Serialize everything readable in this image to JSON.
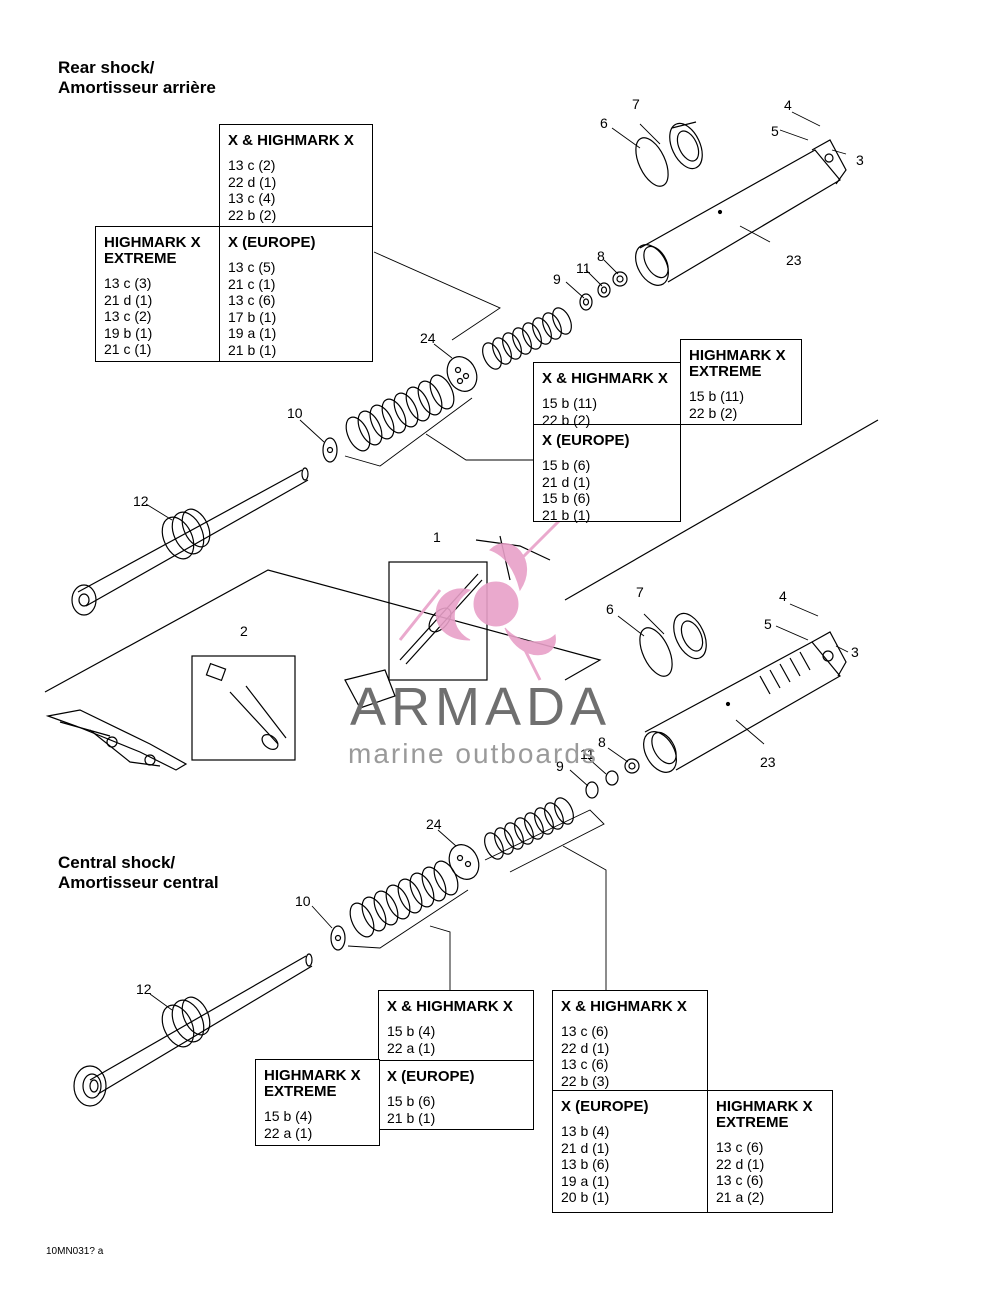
{
  "headings": {
    "rear": [
      "Rear shock/",
      "Amortisseur arrière"
    ],
    "central": [
      "Central shock/",
      "Amortisseur central"
    ]
  },
  "callouts": {
    "r1": "1",
    "r2": "2",
    "r3": "3",
    "r4": "4",
    "r5": "5",
    "r6": "6",
    "r7": "7",
    "r8": "8",
    "r9": "9",
    "r10": "10",
    "r11": "11",
    "r12": "12",
    "r23": "23",
    "r24": "24",
    "c3": "3",
    "c4": "4",
    "c5": "5",
    "c6": "6",
    "c7": "7",
    "c8": "8",
    "c9": "9",
    "c10": "10",
    "c11": "11",
    "c12": "12",
    "c23": "23",
    "c24": "24"
  },
  "tables": {
    "rear_top": {
      "xh": {
        "title": [
          "X & HIGHMARK X"
        ],
        "lines": [
          "13 c (2)",
          "22 d (1)",
          "13 c (4)",
          "22 b (2)"
        ]
      },
      "hme": {
        "title": [
          "HIGHMARK X",
          "EXTREME"
        ],
        "lines": [
          "13 c (3)",
          "21 d (1)",
          "13 c (2)",
          "19 b (1)",
          "21 c (1)"
        ]
      },
      "xeu": {
        "title": [
          "X (EUROPE)"
        ],
        "lines": [
          "13 c (5)",
          "21 c (1)",
          "13 c (6)",
          "17 b (1)",
          "19 a (1)",
          "21 b (1)"
        ]
      }
    },
    "rear_spring": {
      "xh": {
        "title": [
          "X & HIGHMARK X"
        ],
        "lines": [
          "15 b (11)",
          "22 b (2)"
        ]
      },
      "hme": {
        "title": [
          "HIGHMARK X",
          "EXTREME"
        ],
        "lines": [
          "15 b (11)",
          "22 b (2)"
        ]
      },
      "xeu": {
        "title": [
          "X (EUROPE)"
        ],
        "lines": [
          "15 b (6)",
          "21 d (1)",
          "15 b (6)",
          "21 b (1)"
        ]
      }
    },
    "central_left": {
      "xh": {
        "title": [
          "X & HIGHMARK X"
        ],
        "lines": [
          "15 b (4)",
          "22 a (1)"
        ]
      },
      "hme": {
        "title": [
          "HIGHMARK X",
          "EXTREME"
        ],
        "lines": [
          "15 b (4)",
          "22 a (1)"
        ]
      },
      "xeu": {
        "title": [
          "X (EUROPE)"
        ],
        "lines": [
          "15 b (6)",
          "21 b (1)"
        ]
      }
    },
    "central_right": {
      "xh": {
        "title": [
          "X & HIGHMARK X"
        ],
        "lines": [
          "13 c (6)",
          "22 d (1)",
          "13 c (6)",
          "22 b (3)"
        ]
      },
      "xeu": {
        "title": [
          "X (EUROPE)"
        ],
        "lines": [
          "13 b (4)",
          "21 d (1)",
          "13 b (6)",
          "19 a (1)",
          "20 b (1)"
        ]
      },
      "hme": {
        "title": [
          "HIGHMARK X",
          "EXTREME"
        ],
        "lines": [
          "13 c (6)",
          "22 d (1)",
          "13 c (6)",
          "21 a (2)"
        ]
      }
    }
  },
  "watermark": {
    "title": "ARMADA",
    "subtitle": "marine outboards",
    "colors": {
      "pink": "#e8a0c8",
      "grey": "#6f6f6f"
    }
  },
  "figure_code": "10MN031? a"
}
